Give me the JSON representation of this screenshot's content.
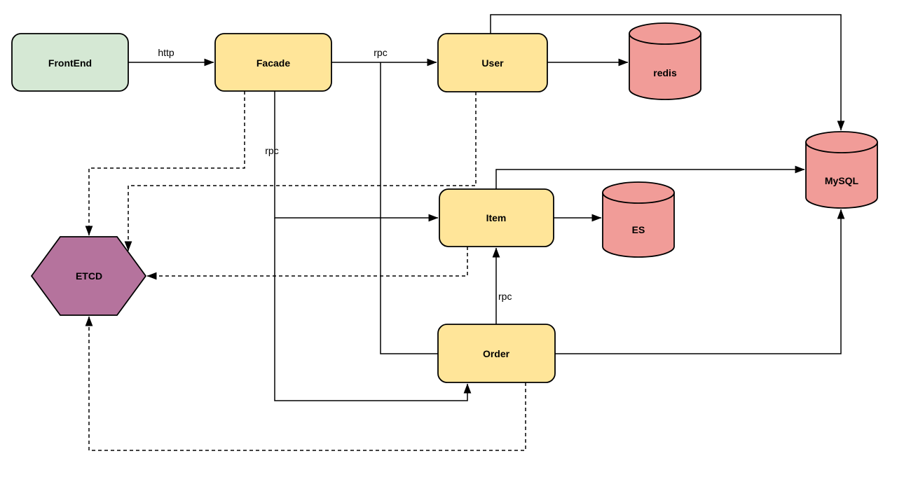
{
  "diagram": {
    "nodes": {
      "frontend": {
        "label": "FrontEnd",
        "shape": "rounded-rect"
      },
      "facade": {
        "label": "Facade",
        "shape": "rounded-rect"
      },
      "user": {
        "label": "User",
        "shape": "rounded-rect"
      },
      "item": {
        "label": "Item",
        "shape": "rounded-rect"
      },
      "order": {
        "label": "Order",
        "shape": "rounded-rect"
      },
      "redis": {
        "label": "redis",
        "shape": "cylinder"
      },
      "es": {
        "label": "ES",
        "shape": "cylinder"
      },
      "mysql": {
        "label": "MySQL",
        "shape": "cylinder"
      },
      "etcd": {
        "label": "ETCD",
        "shape": "hexagon"
      }
    },
    "edge_labels": {
      "frontend_facade": "http",
      "facade_user": "rpc",
      "facade_services": "rpc",
      "order_item": "rpc"
    },
    "colors": {
      "frontend_fill": "#d5e8d4",
      "service_fill": "#ffe599",
      "datastore_fill": "#f19c98",
      "etcd_fill": "#b5739d",
      "line": "#000000"
    }
  }
}
